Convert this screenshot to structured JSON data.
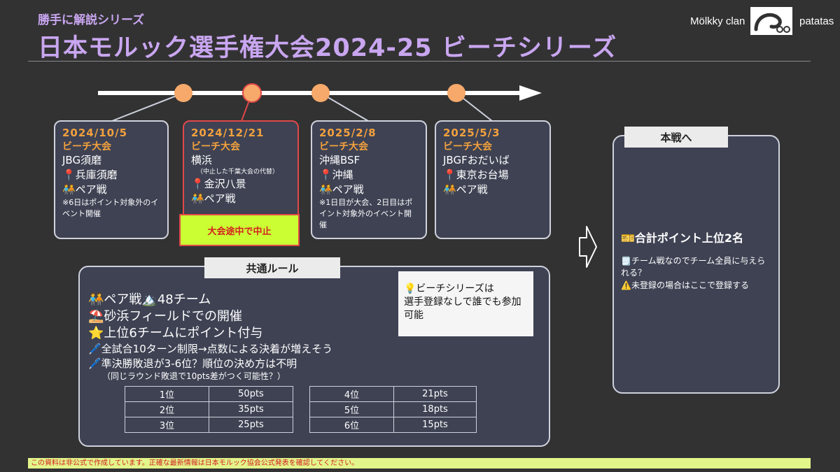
{
  "header": {
    "kicker": "勝手に解説シリーズ",
    "title": "日本モルック選手権大会2024-25 ビーチシリーズ"
  },
  "brand": {
    "left_text": "Mölkky clan",
    "right_text": "patatas"
  },
  "events": [
    {
      "date": "2024/10/5",
      "type": "ビーチ大会",
      "venue": "JBG須磨",
      "location": "📍兵庫須磨",
      "format": "🧑‍🤝‍🧑ペア戦",
      "note": "※6日はポイント対象外のイベント開催"
    },
    {
      "date": "2024/12/21",
      "type": "ビーチ大会",
      "venue": "横浜",
      "subnote": "（中止した千葉大会の代替）",
      "location": "📍金沢八景",
      "format": "🧑‍🤝‍🧑ペア戦",
      "status": "大会途中で中止"
    },
    {
      "date": "2025/2/8",
      "type": "ビーチ大会",
      "venue": "沖縄BSF",
      "location": "📍沖縄",
      "format": "🧑‍🤝‍🧑ペア戦",
      "note": "※1日目が大会、2日目はポイント対象外のイベント開催"
    },
    {
      "date": "2025/5/3",
      "type": "ビーチ大会",
      "venue": "JBGFおだいば",
      "location": "📍東京お台場",
      "format": "🧑‍🤝‍🧑ペア戦"
    }
  ],
  "rules": {
    "tab": "共通ルール",
    "lines": [
      "🧑‍🤝‍🧑ペア戦🏔️48チーム",
      "⛱️砂浜フィールドでの開催",
      "⭐上位6チームにポイント付与",
      "🖊️全試合10ターン制限→点数による決着が増えそう",
      "🖊️準決勝敗退が3-6位？順位の決め方は不明"
    ],
    "subnote": "（同じラウンド敗退で10pts差がつく可能性？）",
    "points": [
      {
        "rank": "1位",
        "pts": "50pts"
      },
      {
        "rank": "2位",
        "pts": "35pts"
      },
      {
        "rank": "3位",
        "pts": "25pts"
      },
      {
        "rank": "4位",
        "pts": "21pts"
      },
      {
        "rank": "5位",
        "pts": "18pts"
      },
      {
        "rank": "6位",
        "pts": "15pts"
      }
    ]
  },
  "callout": {
    "title": "💡ビーチシリーズは",
    "body": "選手登録なしで誰でも参加可能"
  },
  "final": {
    "tab": "本戦へ",
    "headline": "🎫合計ポイント上位2名",
    "note1": "🗒️チーム戦なのでチーム全員に与えられる？",
    "note2": "⚠️未登録の場合はここで登録する"
  },
  "footer": {
    "text": "この資料は非公式で作成しています。正確な最新情報は日本モルック協会公式発表を確認してください。"
  },
  "colors": {
    "background": "#323233",
    "title": "#c9a6f0",
    "date": "#f3a13d",
    "timeline_dot": "#f6a96a",
    "cancel_bg": "#ccff33",
    "cancel_border": "#e04848",
    "footer_bg": "#e2f58a"
  }
}
